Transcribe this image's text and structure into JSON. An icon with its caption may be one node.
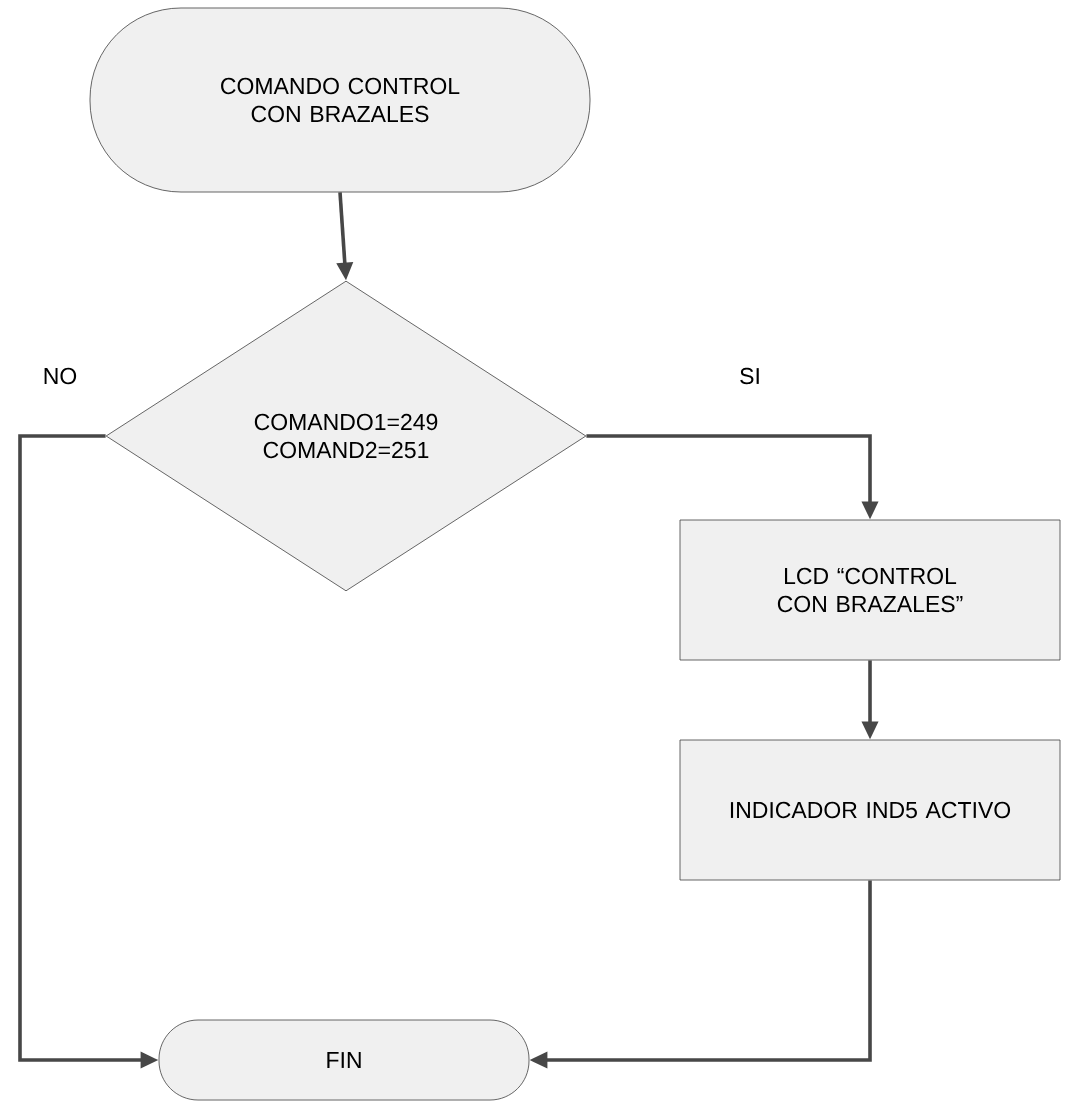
{
  "diagram": {
    "nodes": [
      {
        "text": [
          "COMANDO CONTROL CON BRAZALES"
        ]
      },
      {
        "text": [
          "COMANDO1=249 COMAND2=251"
        ]
      },
      {
        "text": [
          "LCD “CONTROL CON BRAZALES”"
        ]
      },
      {
        "text": [
          "INDICADOR IND5 ACTIVO"
        ]
      },
      {
        "text": [
          "FIN"
        ]
      }
    ],
    "edges": [
      {
        "from": 0,
        "to": 1,
        "arrow": "to"
      },
      {
        "from": 1,
        "to": 2,
        "arrow": "to",
        "label": "SI"
      },
      {
        "from": 2,
        "to": 3,
        "arrow": "to"
      },
      {
        "from": 1,
        "to": 4,
        "arrow": "to",
        "label": "NO"
      },
      {
        "from": 3,
        "to": 4,
        "arrow": "to"
      }
    ]
  }
}
